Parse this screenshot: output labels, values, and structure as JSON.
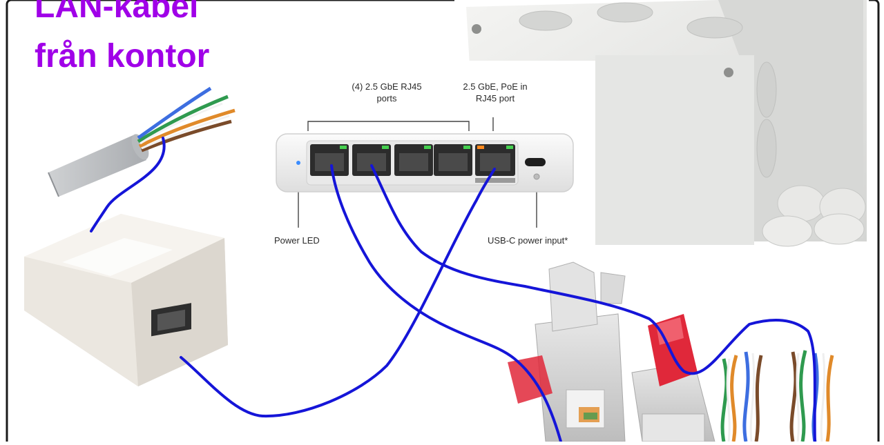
{
  "title": {
    "line1": "LAN-kabel",
    "line2": "från kontor"
  },
  "switch_labels": {
    "ports_line1": "(4) 2.5 GbE RJ45",
    "ports_line2": "ports",
    "poe_line1": "2.5 GbE, PoE in",
    "poe_line2": "RJ45 port",
    "power_led": "Power LED",
    "usb_c": "USB-C power input*"
  },
  "colors": {
    "title": "#a000e8",
    "cable": "#1515d8",
    "port_led_green": "#46d050",
    "port_led_orange": "#ff8a1e",
    "connector_red": "#e0283a",
    "power_led": "#3a8cff"
  }
}
